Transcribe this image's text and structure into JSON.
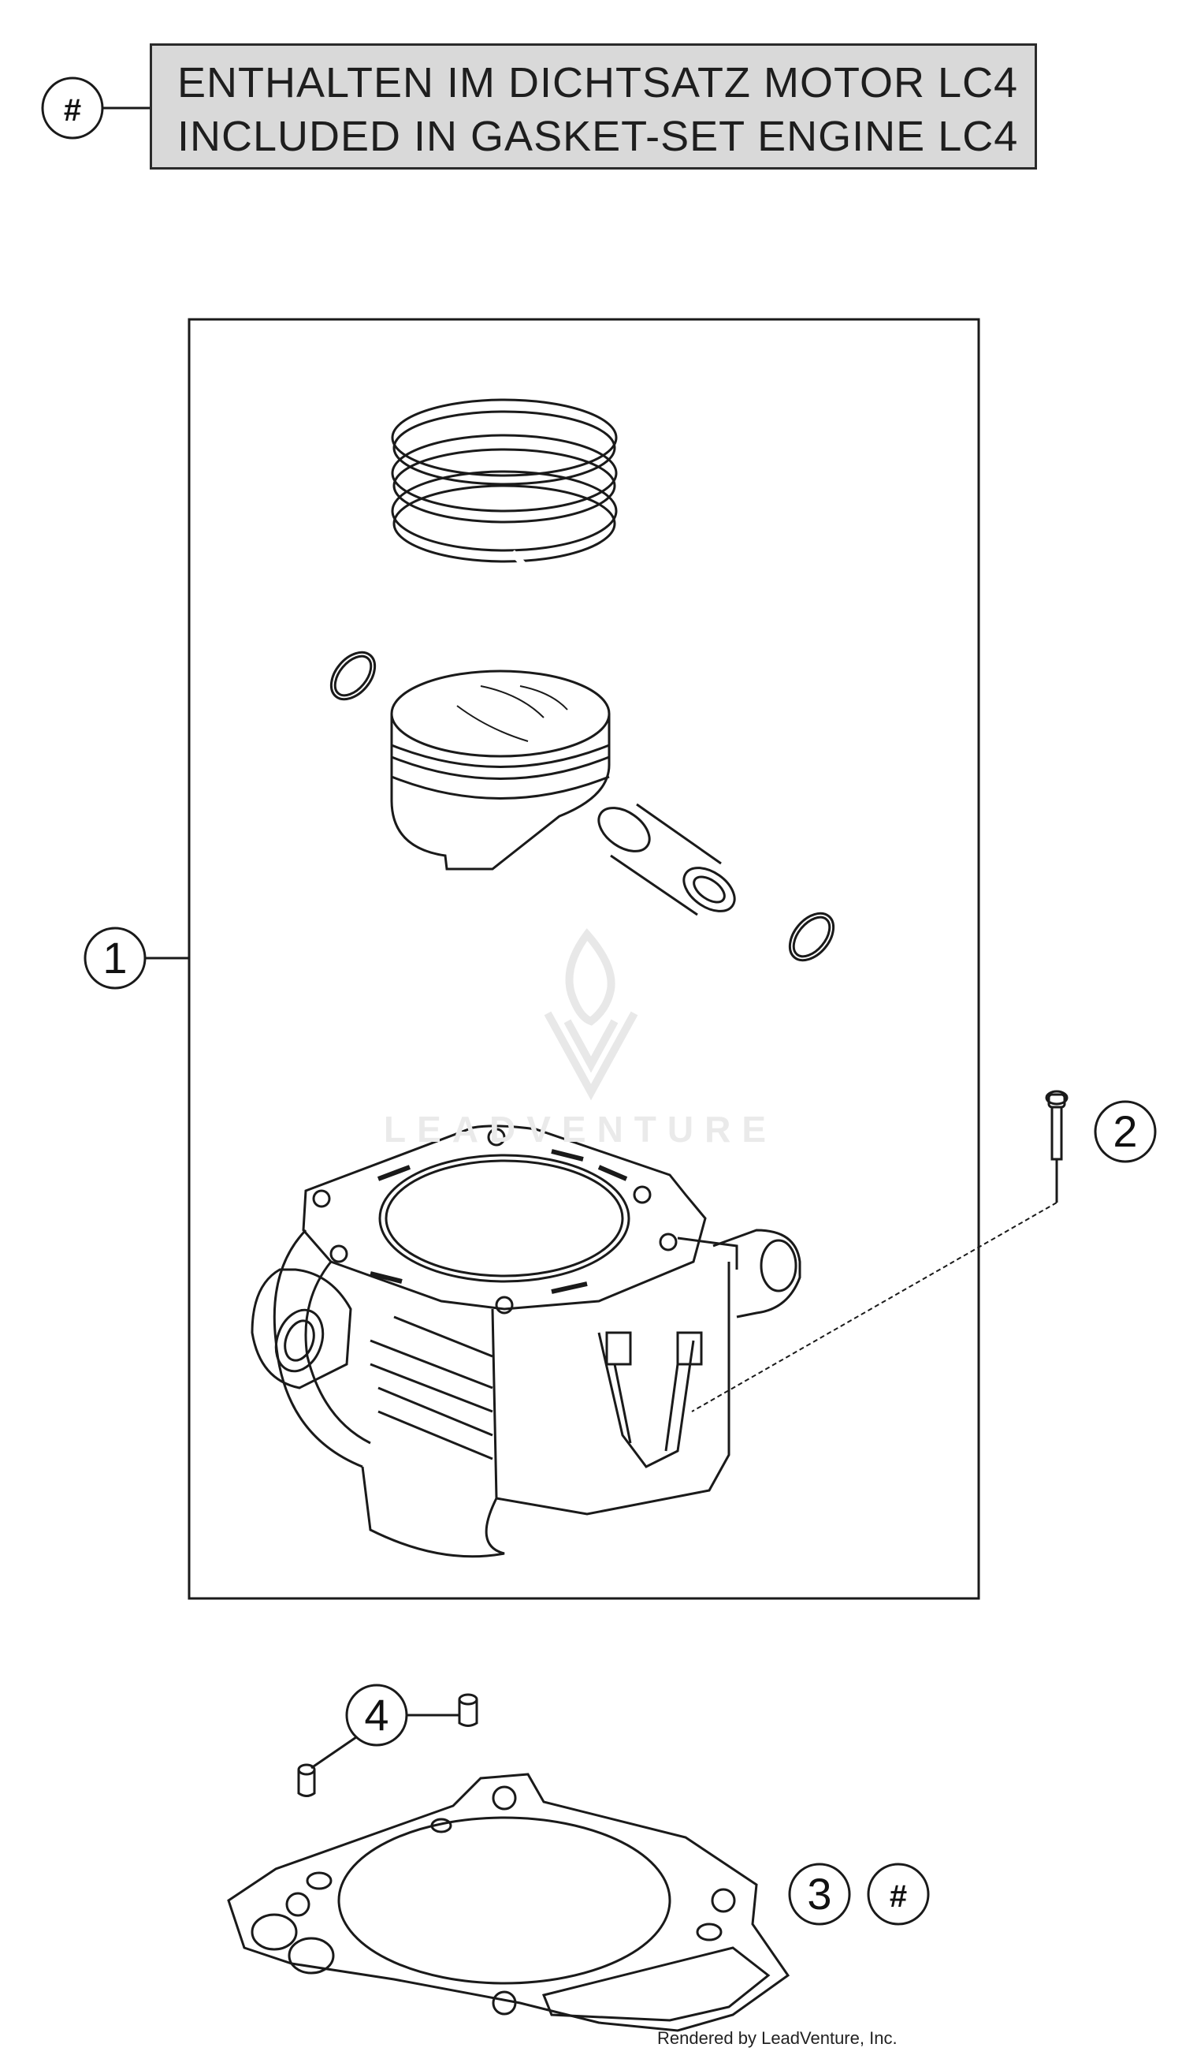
{
  "legend": {
    "symbol": "#",
    "line_de": "ENTHALTEN IM DICHTSATZ MOTOR LC4",
    "line_en": "INCLUDED IN GASKET-SET ENGINE LC4"
  },
  "callouts": {
    "c1": "1",
    "c2": "2",
    "c3": "3",
    "c3_symbol": "#",
    "c4": "4"
  },
  "watermark": "LEADVENTURE",
  "credit": "Rendered by LeadVenture, Inc.",
  "colors": {
    "line": "#1a1a1a",
    "legend_fill": "#d9d9d9",
    "watermark": "#e6e6e6"
  }
}
